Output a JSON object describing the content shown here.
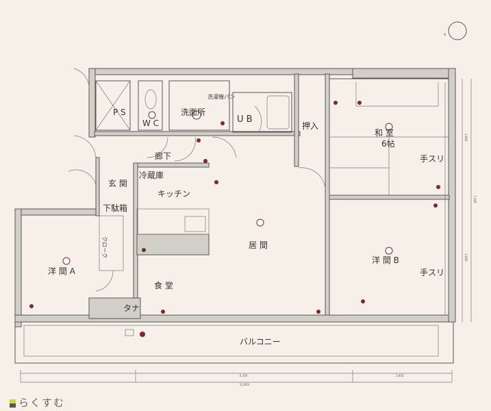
{
  "rooms": {
    "ps": "P S",
    "wc": "W C",
    "washroom": "洗面所",
    "washer_pan": "洗濯機パン",
    "ub": "U B",
    "closet": "押入",
    "washitsu": "和 室",
    "washitsu_size": "6帖",
    "handrail_1": "手スリ",
    "corridor": "廊下",
    "entrance": "玄 関",
    "fridge": "冷蔵庫",
    "kitchen": "キッチン",
    "shoe_box": "下駄箱",
    "cloak": "クローク",
    "living": "居 間",
    "western_a": "洋 間 A",
    "western_b": "洋 間 B",
    "handrail_2": "手スリ",
    "dining": "食 堂",
    "shelf": "タナ",
    "balcony": "バルコニー"
  },
  "dimensions": {
    "bottom_left": "6,350",
    "bottom_right": "2,950",
    "bottom_total": "12,850",
    "right_top": "3,600",
    "right_total": "7,200",
    "right_bottom": "3,600"
  },
  "compass": "N",
  "logo": "らくすむ"
}
